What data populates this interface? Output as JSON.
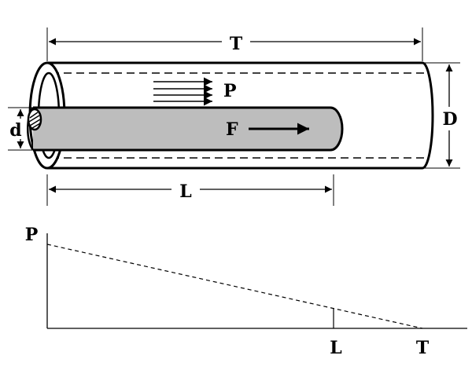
{
  "labels": {
    "tube_length": "T",
    "tube_diameter": "D",
    "rod_diameter": "d",
    "rod_length": "L",
    "pressure": "P",
    "force": "F"
  },
  "graph": {
    "y_axis_label": "P",
    "x_tick_L": "L",
    "x_tick_T": "T"
  },
  "colors": {
    "rod_fill": "#bdbdbd",
    "line": "#000000",
    "background": "#ffffff"
  }
}
